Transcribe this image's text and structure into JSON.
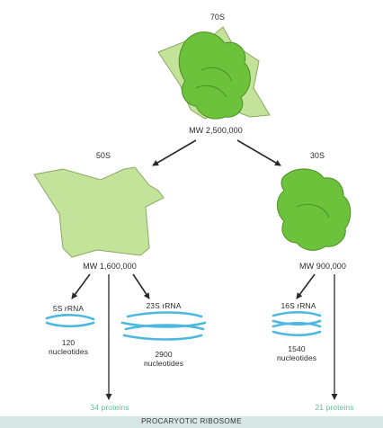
{
  "colors": {
    "large_subunit_fill": "#c4e39a",
    "large_subunit_stroke": "#8aa860",
    "small_subunit_fill": "#6cc23a",
    "small_subunit_stroke": "#4b8f26",
    "rna_strand": "#4db8df",
    "arrow": "#2a2a2a",
    "protein_text": "#5fbf91",
    "footer_band": "#d5e6e3"
  },
  "ribosome": {
    "label": "70S",
    "mw": "MW 2,500,000"
  },
  "large_subunit": {
    "label": "50S",
    "mw": "MW 1,600,000",
    "rna": [
      {
        "name": "5S rRNA",
        "length_line1": "120",
        "length_line2": "nucleotides",
        "icon": "rna-coil-icon"
      },
      {
        "name": "23S rRNA",
        "length_line1": "2900",
        "length_line2": "nucleotides",
        "icon": "rna-coil-icon"
      }
    ],
    "proteins": "34 proteins"
  },
  "small_subunit": {
    "label": "30S",
    "mw": "MW 900,000",
    "rna": [
      {
        "name": "16S rRNA",
        "length_line1": "1540",
        "length_line2": "nucleotides",
        "icon": "rna-coil-icon"
      }
    ],
    "proteins": "21 proteins"
  },
  "footer": "PROCARYOTIC RIBOSOME"
}
